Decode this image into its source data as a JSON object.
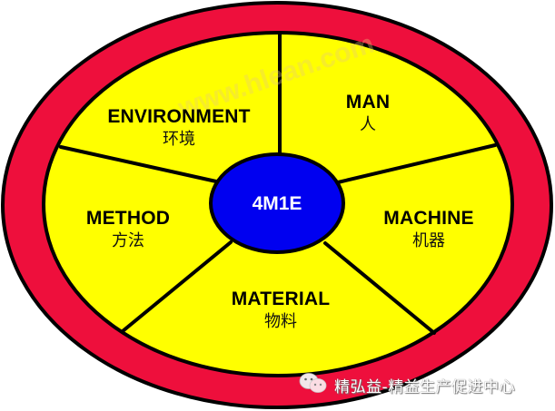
{
  "diagram": {
    "center": {
      "label": "4M1E"
    },
    "segments": [
      {
        "id": "environment",
        "en": "ENVIRONMENT",
        "zh": "环境"
      },
      {
        "id": "man",
        "en": "MAN",
        "zh": "人"
      },
      {
        "id": "machine",
        "en": "MACHINE",
        "zh": "机器"
      },
      {
        "id": "material",
        "en": "MATERIAL",
        "zh": "物料"
      },
      {
        "id": "method",
        "en": "METHOD",
        "zh": "方法"
      }
    ],
    "colors": {
      "outer_ring": "#ee0f3c",
      "segments_fill": "#ffff00",
      "center_fill": "#0000f0",
      "outline": "#000000",
      "center_text": "#ffffff"
    }
  },
  "watermark": {
    "text": "www.hlean.com"
  },
  "footer": {
    "icon": "wechat-icon",
    "text": "精弘益-精益生产促进中心"
  }
}
